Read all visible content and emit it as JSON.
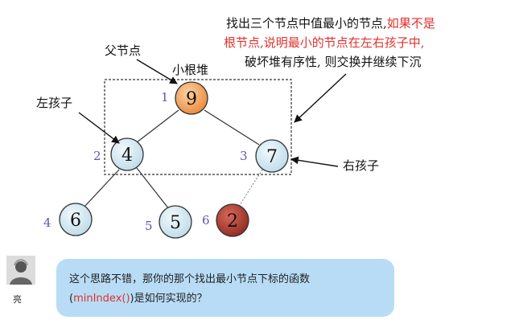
{
  "diagram": {
    "annotation": {
      "line1_black": "找出三个节点中值最小的节点,",
      "line1_red": "如果不是",
      "line2_red": "根节点,",
      "line2_black": "说明最小的节点在左右孩子中,",
      "line3": "破坏堆有序性, 则交换并继续下沉"
    },
    "labels": {
      "parent": "父节点",
      "min_heap": "小根堆",
      "left_child": "左孩子",
      "right_child": "右孩子"
    },
    "nodes": [
      {
        "index": "1",
        "value": "9",
        "fill": "#f0a25c",
        "kind": "root"
      },
      {
        "index": "2",
        "value": "4",
        "fill": "#d8ebf3",
        "kind": "normal"
      },
      {
        "index": "3",
        "value": "7",
        "fill": "#d8ebf3",
        "kind": "normal"
      },
      {
        "index": "4",
        "value": "6",
        "fill": "#d8ebf3",
        "kind": "normal"
      },
      {
        "index": "5",
        "value": "5",
        "fill": "#d8ebf3",
        "kind": "normal"
      },
      {
        "index": "6",
        "value": "2",
        "fill": "#a83a2f",
        "kind": "dark"
      }
    ],
    "colors": {
      "index_label": "#5b55b8",
      "red_text": "#e0312b",
      "node_stroke": "#333333"
    }
  },
  "comment": {
    "user": "亮",
    "text_before": "这个思路不错，那你的那个找出最小节点下标的函数",
    "code_open": "(",
    "code": "minIndex()",
    "code_close": ")是如何实现的？"
  }
}
